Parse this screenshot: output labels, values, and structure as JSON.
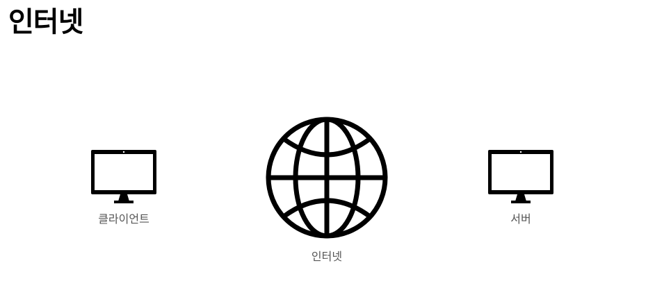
{
  "page": {
    "title": "인터넷"
  },
  "diagram": {
    "nodes": [
      {
        "id": "client",
        "label": "클라이언트",
        "icon": "monitor-icon"
      },
      {
        "id": "internet",
        "label": "인터넷",
        "icon": "globe-icon"
      },
      {
        "id": "server",
        "label": "서버",
        "icon": "monitor-icon"
      }
    ]
  },
  "colors": {
    "icon": "#000000",
    "label": "#555555",
    "background": "#ffffff"
  }
}
